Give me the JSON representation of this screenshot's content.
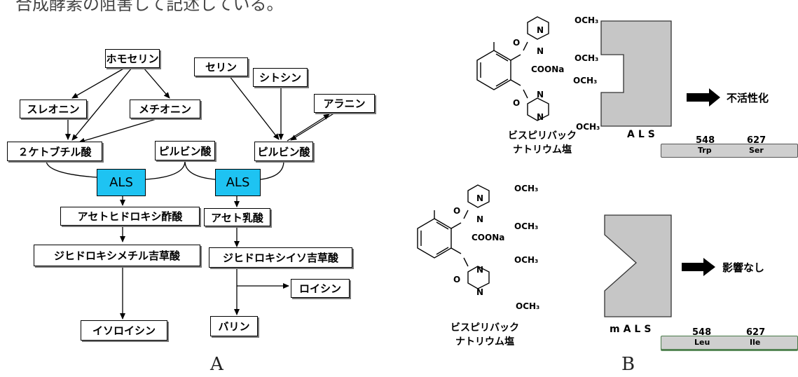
{
  "top_text": "合成酵素の阻害して記述している。",
  "panel_a": {
    "label": "A",
    "nodes": {
      "homoserine": "ホモセリン",
      "serine": "セリン",
      "cytosine": "シトシン",
      "alanine": "アラニン",
      "threonine": "スレオニン",
      "methionine": "メチオニン",
      "ketobutyrate": "２ケトブチル酸",
      "pyruvate_center": "ピルビン酸",
      "pyruvate_right": "ピルビン酸",
      "acetohydroxybutyrate": "アセトヒドロキシ酢酸",
      "acetolactate": "アセト乳酸",
      "dihydroxymethylvalerate": "ジヒドロキシメチル吉草酸",
      "dihydroxyisovalerate": "ジヒドロキシイソ吉草酸",
      "leucine": "ロイシン",
      "valine": "バリン",
      "isoleucine": "イソロイシン"
    },
    "enzyme_left": "ALS",
    "enzyme_right": "ALS",
    "enzyme_color": "#1EC3F2"
  },
  "panel_b": {
    "label": "B",
    "top": {
      "molecule_caption_line1": "ビスピリバック",
      "molecule_caption_line2": "ナトリウム塩",
      "group_coona": "COONa",
      "group_och3": "OCH₃",
      "atom_n": "N",
      "atom_o": "O",
      "enzyme_label": "ALS",
      "effect": "不活性化",
      "residues": [
        {
          "position": "548",
          "amino_acid": "Trp"
        },
        {
          "position": "627",
          "amino_acid": "Ser"
        }
      ]
    },
    "bottom": {
      "molecule_caption_line1": "ビスピリバック",
      "molecule_caption_line2": "ナトリウム塩",
      "group_coona": "COONa",
      "group_och3": "OCH₃",
      "atom_n": "N",
      "atom_o": "O",
      "enzyme_label": "mALS",
      "effect": "影響なし",
      "residues": [
        {
          "position": "548",
          "amino_acid": "Leu"
        },
        {
          "position": "627",
          "amino_acid": "Ile"
        }
      ]
    }
  }
}
